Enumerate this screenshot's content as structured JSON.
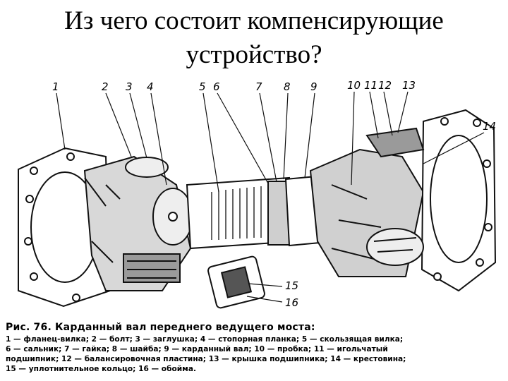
{
  "slide": {
    "title_line1": "Из чего состоит компенсирующие",
    "title_line2": "устройство?"
  },
  "figure": {
    "callouts": [
      "1",
      "2",
      "3",
      "4",
      "5",
      "6",
      "7",
      "8",
      "9",
      "10",
      "11",
      "12",
      "13",
      "14",
      "15",
      "16"
    ],
    "caption_head": "Рис. 76. Карданный вал переднего ведущего моста:",
    "caption_lines": [
      "1 — фланец-вилка;  2 — болт;  3 — заглушка;  4 — стопорная  планка;  5 — скользящая вилка;",
      "6 — сальник;  7 — гайка;  8 — шайба;  9 — карданный  вал;  10 — пробка;  11 — игольчатый",
      "подшипник;  12 — балансировочная  пластина;  13 — крышка  подшипника;  14 — крестовина;",
      "15 — уплотнительное кольцо;  16 — обойма."
    ]
  }
}
